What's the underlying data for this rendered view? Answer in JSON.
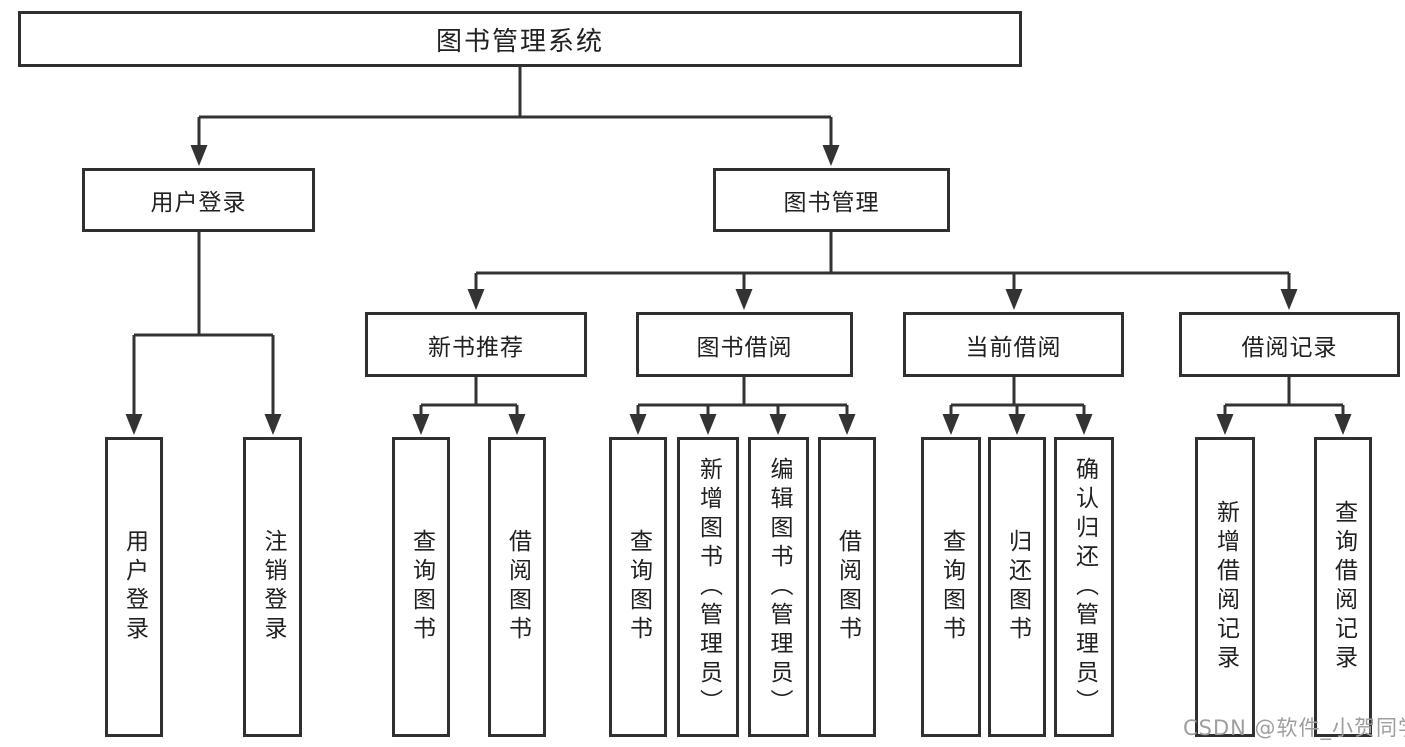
{
  "diagram_title": "图书管理系统",
  "tree": {
    "root": {
      "label": "图书管理系统",
      "children": [
        {
          "label": "用户登录",
          "children": [
            {
              "label": "用户登录"
            },
            {
              "label": "注销登录"
            }
          ]
        },
        {
          "label": "图书管理",
          "children": [
            {
              "label": "新书推荐",
              "children": [
                {
                  "label": "查询图书"
                },
                {
                  "label": "借阅图书"
                }
              ]
            },
            {
              "label": "图书借阅",
              "children": [
                {
                  "label": "查询图书"
                },
                {
                  "label": "新增图书（管理员）"
                },
                {
                  "label": "编辑图书（管理员）"
                },
                {
                  "label": "借阅图书"
                }
              ]
            },
            {
              "label": "当前借阅",
              "children": [
                {
                  "label": "查询图书"
                },
                {
                  "label": "归还图书"
                },
                {
                  "label": "确认归还（管理员）"
                }
              ]
            },
            {
              "label": "借阅记录",
              "children": [
                {
                  "label": "新增借阅记录"
                },
                {
                  "label": "查询借阅记录"
                }
              ]
            }
          ]
        }
      ]
    }
  },
  "watermark": {
    "text": "CSDN @软件_小贺同学",
    "color": "#9e9e9e"
  },
  "colors": {
    "box_border": "#303030",
    "connector": "#333333",
    "text": "#212121",
    "background": "#ffffff"
  }
}
